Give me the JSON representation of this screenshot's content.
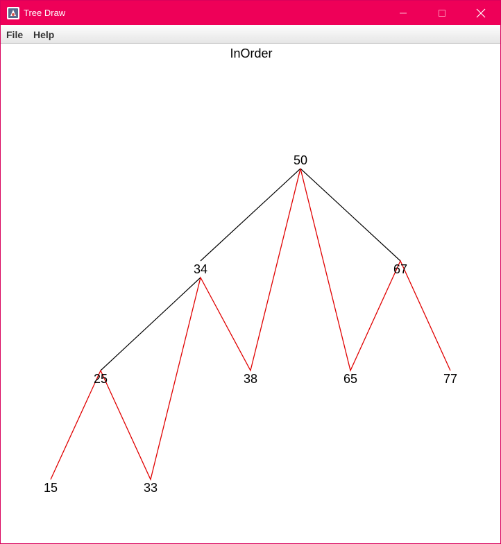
{
  "window": {
    "title": "Tree Draw",
    "title_bar_color": "#ee0058"
  },
  "menu": {
    "file_label": "File",
    "help_label": "Help"
  },
  "canvas": {
    "heading": "InOrder",
    "tree_edge_color": "#000000",
    "traversal_color": "#e00000",
    "nodes": [
      {
        "id": "50",
        "label": "50"
      },
      {
        "id": "34",
        "label": "34"
      },
      {
        "id": "67",
        "label": "67"
      },
      {
        "id": "25",
        "label": "25"
      },
      {
        "id": "38",
        "label": "38"
      },
      {
        "id": "65",
        "label": "65"
      },
      {
        "id": "77",
        "label": "77"
      },
      {
        "id": "15",
        "label": "15"
      },
      {
        "id": "33",
        "label": "33"
      }
    ],
    "tree_edges": [
      [
        "50",
        "34"
      ],
      [
        "50",
        "67"
      ],
      [
        "34",
        "25"
      ]
    ],
    "inorder_path": [
      "15",
      "25",
      "33",
      "34",
      "38",
      "50",
      "65",
      "67",
      "77"
    ]
  }
}
